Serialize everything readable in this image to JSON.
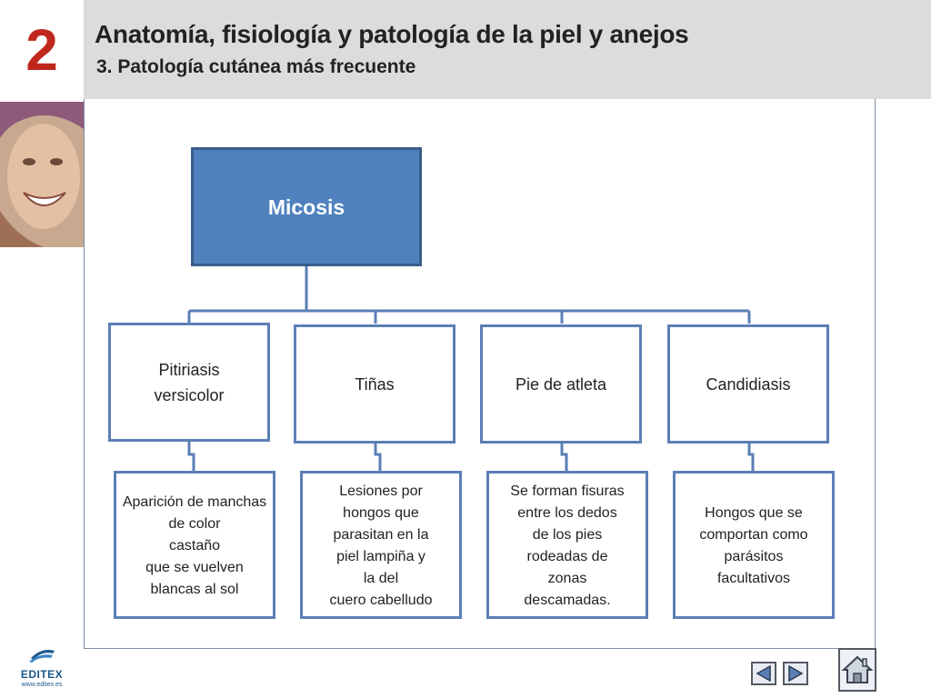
{
  "header": {
    "chapter_number": "2",
    "title": "Anatomía, fisiología y patología de la piel y anejos",
    "subtitle": "3. Patología cutánea más frecuente"
  },
  "diagram": {
    "root": "Micosis",
    "categories": [
      {
        "label_lines": [
          "Pitiriasis",
          "versicolor"
        ],
        "description_lines": [
          "Aparición de manchas",
          "de color",
          "castaño",
          "que se vuelven",
          "blancas al sol"
        ]
      },
      {
        "label_lines": [
          "Tiñas"
        ],
        "description_lines": [
          "Lesiones por",
          "hongos que",
          "parasitan en la",
          "piel lampiña y",
          "la del",
          "cuero cabelludo"
        ]
      },
      {
        "label_lines": [
          "Pie de atleta"
        ],
        "description_lines": [
          "Se forman fisuras",
          "entre los dedos",
          "de los pies",
          "rodeadas de",
          "zonas",
          "descamadas."
        ]
      },
      {
        "label_lines": [
          "Candidiasis"
        ],
        "description_lines": [
          "Hongos que se",
          "comportan como",
          "parásitos",
          "facultativos"
        ]
      }
    ]
  },
  "footer": {
    "logo_text": "EDITEX",
    "logo_url": "www.editex.es",
    "icons": [
      "prev-arrow-icon",
      "next-arrow-icon",
      "home-icon"
    ]
  },
  "colors": {
    "chapter_number": "#c0281e",
    "header_bg": "#dcdcdc",
    "root_box_fill": "#4f81bd",
    "box_border": "#5b7fb5",
    "logo_blue": "#1d5a8c"
  }
}
